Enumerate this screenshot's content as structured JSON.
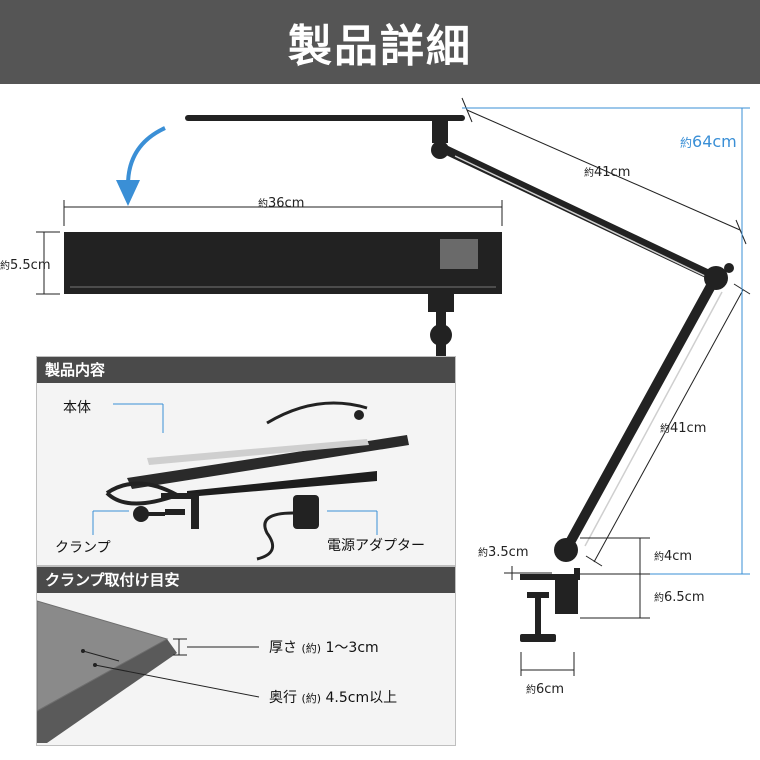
{
  "header": {
    "title": "製品詳細"
  },
  "dimensions": {
    "total_height": {
      "prefix": "約",
      "value": "64cm"
    },
    "upper_arm": {
      "prefix": "約",
      "value": "41cm"
    },
    "lower_arm": {
      "prefix": "約",
      "value": "41cm"
    },
    "head_width": {
      "prefix": "約",
      "value": "36cm"
    },
    "head_depth": {
      "prefix": "約",
      "value": "5.5cm"
    },
    "clamp_jaw": {
      "prefix": "約",
      "value": "3.5cm"
    },
    "clamp_upper": {
      "prefix": "約",
      "value": "4cm"
    },
    "clamp_lower": {
      "prefix": "約",
      "value": "6.5cm"
    },
    "clamp_base": {
      "prefix": "約",
      "value": "6cm"
    }
  },
  "contents_panel": {
    "title": "製品内容",
    "items": {
      "body": "本体",
      "clamp": "クランプ",
      "adapter": "電源アダプター"
    }
  },
  "clamp_panel": {
    "title": "クランプ取付け目安",
    "thickness": {
      "label": "厚さ",
      "paren": "(約)",
      "value": "1〜3cm"
    },
    "depth": {
      "label": "奥行",
      "paren": "(約)",
      "value": "4.5cm以上"
    }
  }
}
